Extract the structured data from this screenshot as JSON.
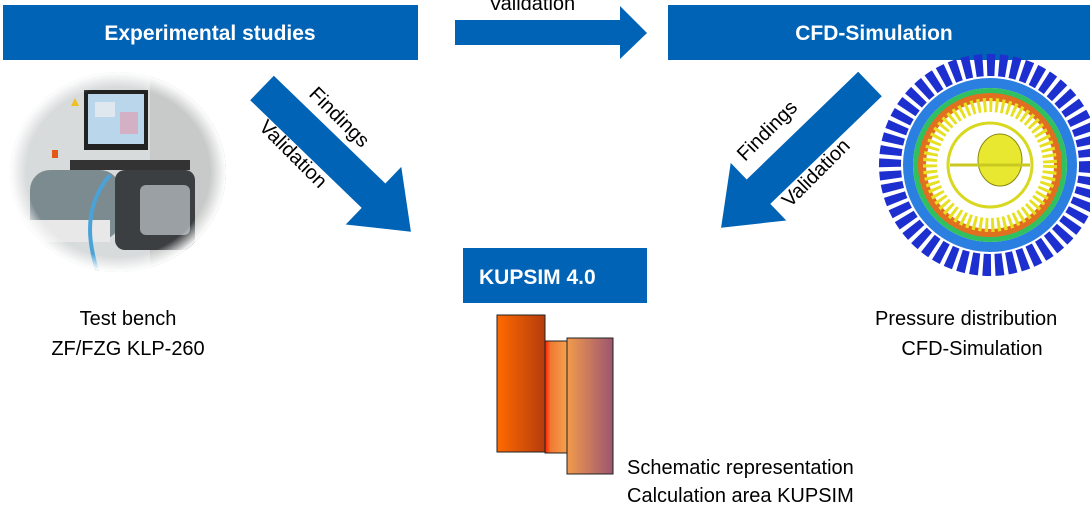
{
  "colors": {
    "primary": "#0063b6",
    "text": "#000000"
  },
  "boxes": {
    "experimental": "Experimental studies",
    "cfd": "CFD-Simulation",
    "kupsim": "KUPSIM 4.0"
  },
  "arrows": {
    "top_label": "Validation",
    "left_findings": "Findings",
    "left_validation": "Validation",
    "right_findings": "Findings",
    "right_validation": "Validation"
  },
  "captions": {
    "test_bench_1": "Test bench",
    "test_bench_2": "ZF/FZG KLP-260",
    "pressure_1": "Pressure distribution",
    "pressure_2": "CFD-Simulation",
    "schematic_1": "Schematic representation",
    "schematic_2": "Calculation area KUPSIM"
  }
}
